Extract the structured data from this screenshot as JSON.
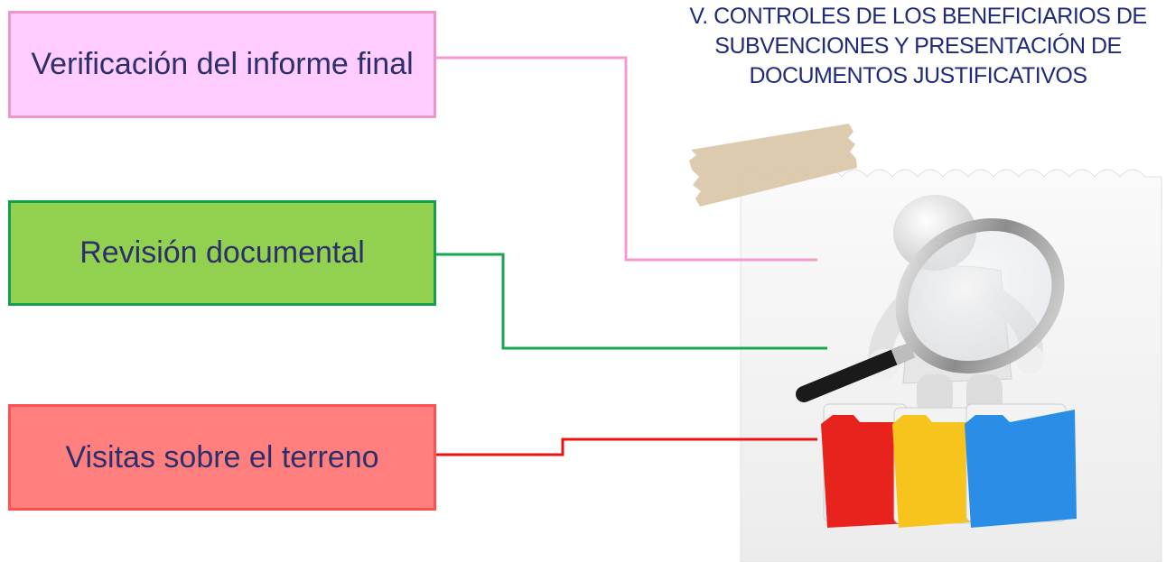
{
  "title_lines": [
    "V. CONTROLES DE LOS BENEFICIARIOS DE",
    "SUBVENCIONES Y PRESENTACIÓN DE",
    "DOCUMENTOS JUSTIFICATIVOS"
  ],
  "boxes": [
    {
      "label": "Verificación del informe final",
      "fill": "#ffccff",
      "border": "#f095c8",
      "connector": "#f59acb"
    },
    {
      "label": "Revisión documental",
      "fill": "#92d050",
      "border": "#12a04a",
      "connector": "#1aa650"
    },
    {
      "label": "Visitas sobre el terreno",
      "fill": "#ff7f7f",
      "border": "#ff5050",
      "connector": "#ee1111"
    }
  ],
  "illustration": {
    "icons": [
      "sticky-note-icon",
      "tape-icon",
      "person-with-magnifier-icon",
      "folders-icon"
    ],
    "folder_colors": [
      "#e8231d",
      "#f6c41c",
      "#2a8ee6"
    ]
  }
}
